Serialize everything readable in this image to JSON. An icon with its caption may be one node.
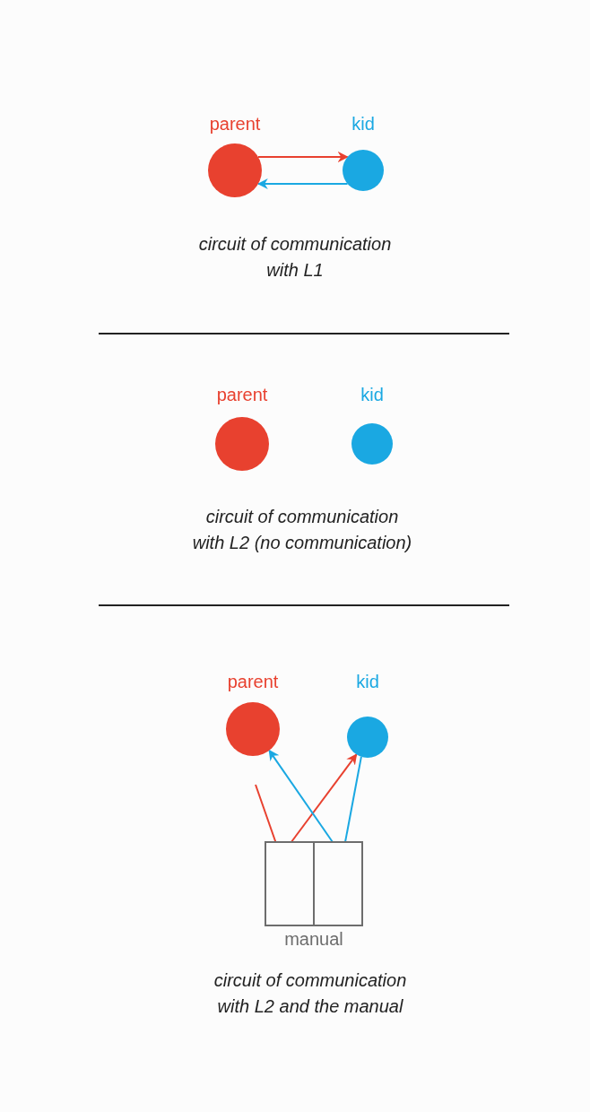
{
  "diagram": {
    "nodes": [
      {
        "text": [
          "parent"
        ]
      },
      {
        "text": [
          "kid"
        ]
      },
      {
        "text": [
          "parent"
        ]
      },
      {
        "text": [
          "kid"
        ]
      },
      {
        "text": [
          "parent"
        ]
      },
      {
        "text": [
          "kid"
        ]
      },
      {
        "text": [
          "manual"
        ]
      }
    ],
    "edges": [
      {
        "from": 0,
        "to": 1,
        "arrow": "to",
        "color": "#e8412f"
      },
      {
        "from": 1,
        "to": 0,
        "arrow": "to",
        "color": "#1aa8e2"
      },
      {
        "from": null,
        "to": 6,
        "arrow": "none",
        "color": "#e8412f"
      },
      {
        "from": 6,
        "to": 5,
        "arrow": "to",
        "color": "#e8412f"
      },
      {
        "from": 5,
        "to": 6,
        "arrow": "none",
        "color": "#1aa8e2"
      },
      {
        "from": 6,
        "to": 4,
        "arrow": "to",
        "color": "#1aa8e2"
      }
    ],
    "labels": [
      "circuit of communication with L1",
      "circuit of communication with L2 (no communication)",
      "circuit of communication with L2 and the manual"
    ]
  }
}
